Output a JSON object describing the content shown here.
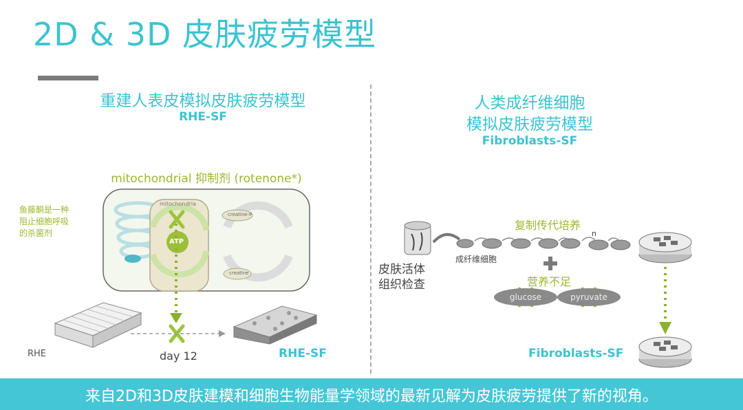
{
  "title": "2D & 3D 皮肤疲劳模型",
  "left_panel": {
    "heading": "重建人表皮模拟皮肤疲劳模型",
    "subheading": "RHE-SF",
    "inhibitor_label": "mitochondrial 抑制剂 (rotenone*)",
    "note_lines": [
      "鱼藤酮是一种",
      "阻止细胞呼吸",
      "的杀菌剂"
    ],
    "cell_labels": {
      "mitochondria": "mitochondria",
      "atp": "ATP",
      "creatine_p": "creatine-P",
      "creatine": "creatine"
    },
    "rhe_label": "RHE",
    "day_label": "day 12",
    "result_label": "RHE-SF"
  },
  "right_panel": {
    "heading_line1": "人类成纤维细胞",
    "heading_line2": "模拟皮肤疲劳模型",
    "subheading": "Fibroblasts-SF",
    "biopsy_lines": [
      "皮肤活体",
      "组织检查"
    ],
    "fibroblast_label": "成纤维细胞",
    "passage_label": "复制传代培养",
    "n_label": "n",
    "nutrient_label": "营养不足",
    "glucose_label": "glucose",
    "pyruvate_label": "pyruvate",
    "result_label": "Fibroblasts-SF"
  },
  "banner_text": "来自2D和3D皮肤建模和细胞生物能量学领域的最新见解为皮肤疲劳提供了新的视角。",
  "colors": {
    "accent": "#3cc3cf",
    "green": "#9bb82e",
    "banner": "#45c6d6"
  }
}
